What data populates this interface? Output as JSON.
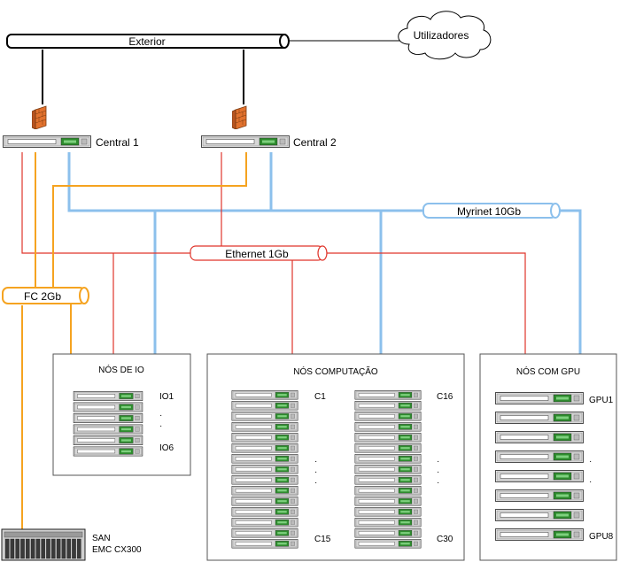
{
  "colors": {
    "fc": "#f5a320",
    "myrinet": "#8cc0ec",
    "ethernet": "#e0352b",
    "black": "#000000",
    "border": "#555555",
    "firewall": "#e2722e"
  },
  "external": {
    "exterior_label": "Exterior",
    "users_label": "Utilizadores"
  },
  "centrals": [
    {
      "label": "Central 1"
    },
    {
      "label": "Central 2"
    }
  ],
  "networks": {
    "fc_label": "FC 2Gb",
    "myrinet_label": "Myrinet 10Gb",
    "ethernet_label": "Ethernet 1Gb"
  },
  "io_box": {
    "title": "NÓS DE IO",
    "first_label": "IO1",
    "last_label": "IO6",
    "dots": "·"
  },
  "comp_box": {
    "title": "NÓS COMPUTAÇÃO",
    "col1_first": "C1",
    "col1_last": "C15",
    "col2_first": "C16",
    "col2_last": "C30",
    "dots": "·"
  },
  "gpu_box": {
    "title": "NÓS COM GPU",
    "first_label": "GPU1",
    "last_label": "GPU8",
    "dots": "·"
  },
  "san": {
    "line1": "SAN",
    "line2": "EMC CX300"
  }
}
